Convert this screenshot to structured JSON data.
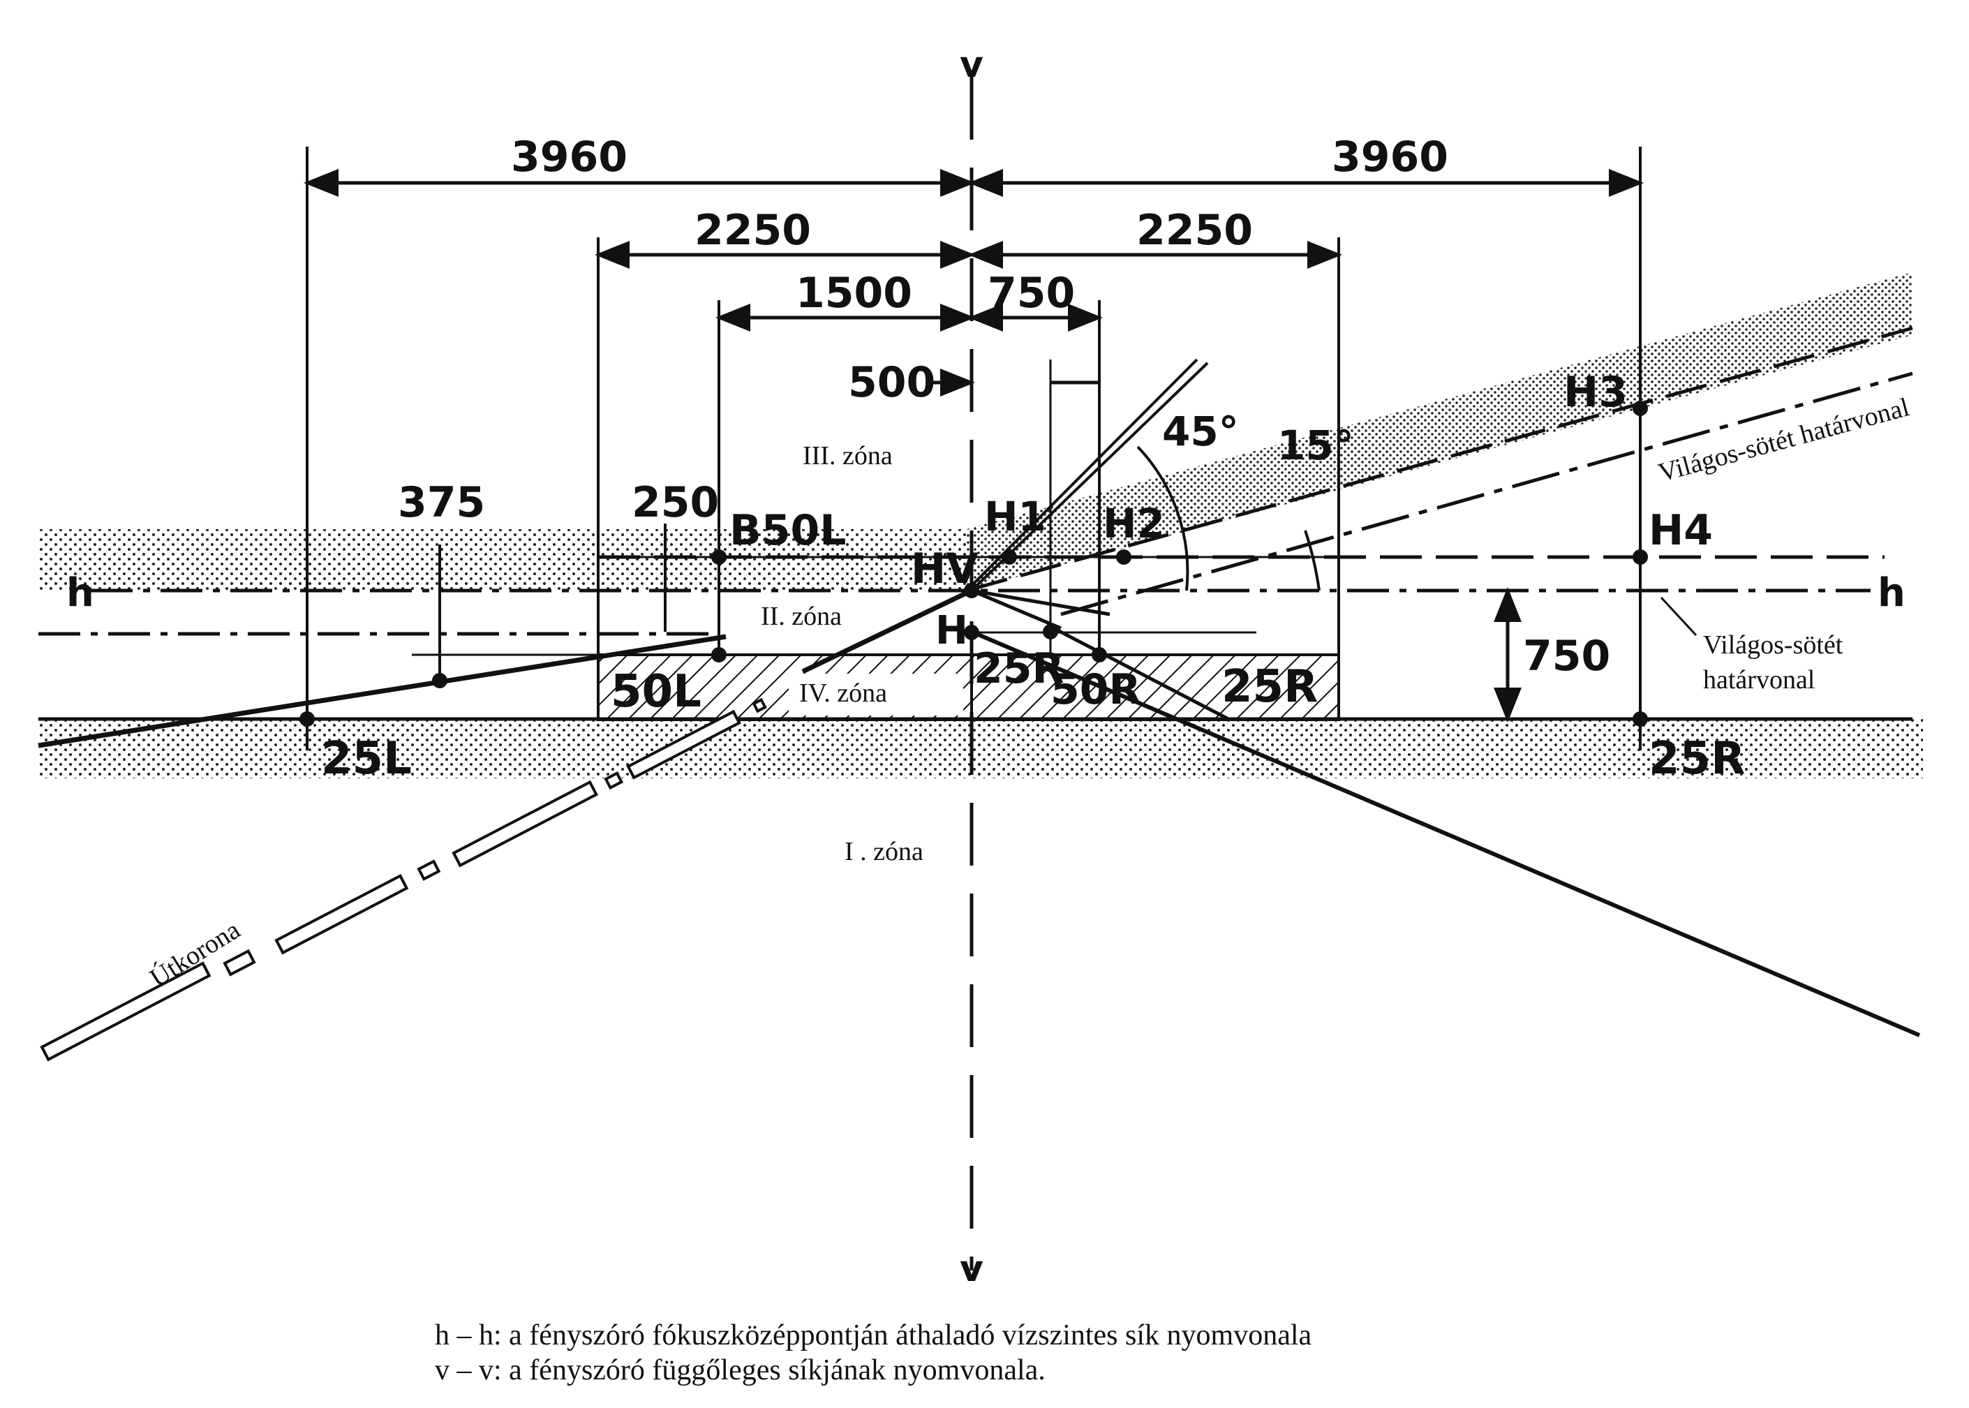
{
  "axes": {
    "v_top": "v",
    "v_bottom": "v",
    "h_left": "h",
    "h_right": "h"
  },
  "dimensions": {
    "left_outer": "3960",
    "right_outer": "3960",
    "left_mid": "2250",
    "right_mid": "2250",
    "left_inner": "1500",
    "right_inner": "750",
    "offset_500": "500",
    "vertical_375": "375",
    "vertical_250": "250",
    "vertical_750": "750"
  },
  "angles": {
    "a45": "45°",
    "a15": "15°"
  },
  "points": {
    "b50l": "B50L",
    "h1": "H1",
    "h2": "H2",
    "hv": "HV",
    "h_low": "H",
    "h3": "H3",
    "h4": "H4",
    "p50l": "50L",
    "p25r_center": "25R",
    "p50r": "50R",
    "p25r_right": "25R",
    "p25l_bottom": "25L",
    "p25r_bottom": "25R"
  },
  "zones": {
    "z1": "I . zóna",
    "z2": "II. zóna",
    "z3": "III. zóna",
    "z4": "IV. zóna"
  },
  "labels": {
    "cutoff_upper": "Világos-sötét határvonal",
    "cutoff_lower_line1": "Világos-sötét",
    "cutoff_lower_line2": "határvonal",
    "road": "Útkorona"
  },
  "caption": {
    "line1": "h – h: a fényszóró fókuszközéppontján áthaladó vízszintes sík nyomvonala",
    "line2": "v – v: a fényszóró függőleges síkjának nyomvonala."
  }
}
